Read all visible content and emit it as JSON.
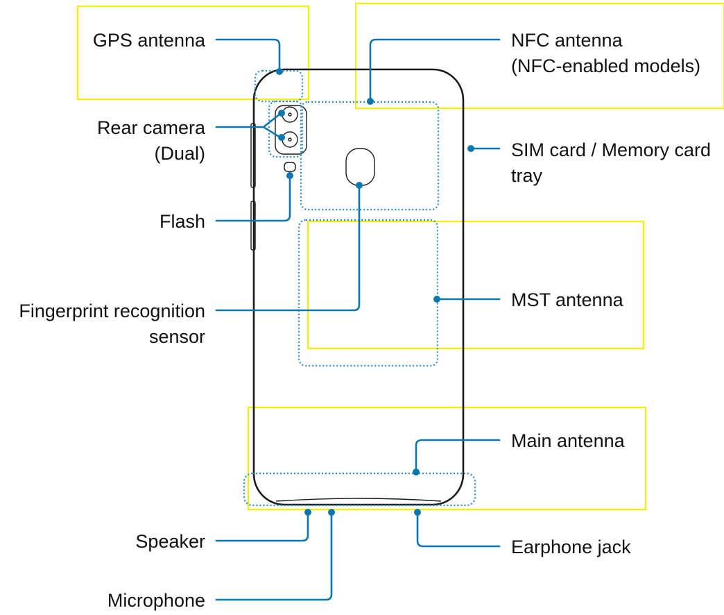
{
  "colors": {
    "leader": "#0a77b0",
    "zone": "#2b8bc2",
    "highlight": "#f5f000",
    "phone": "#1a1a1a",
    "text": "#111111"
  },
  "labels": {
    "gps": "GPS antenna",
    "nfc_line1": "NFC antenna",
    "nfc_line2": "(NFC-enabled models)",
    "rear_camera_line1": "Rear camera",
    "rear_camera_line2": "(Dual)",
    "sim_line1": "SIM card / Memory card",
    "sim_line2": "tray",
    "flash": "Flash",
    "fingerprint_line1": "Fingerprint recognition",
    "fingerprint_line2": "sensor",
    "mst": "MST antenna",
    "main": "Main antenna",
    "speaker": "Speaker",
    "earphone": "Earphone jack",
    "microphone": "Microphone"
  }
}
